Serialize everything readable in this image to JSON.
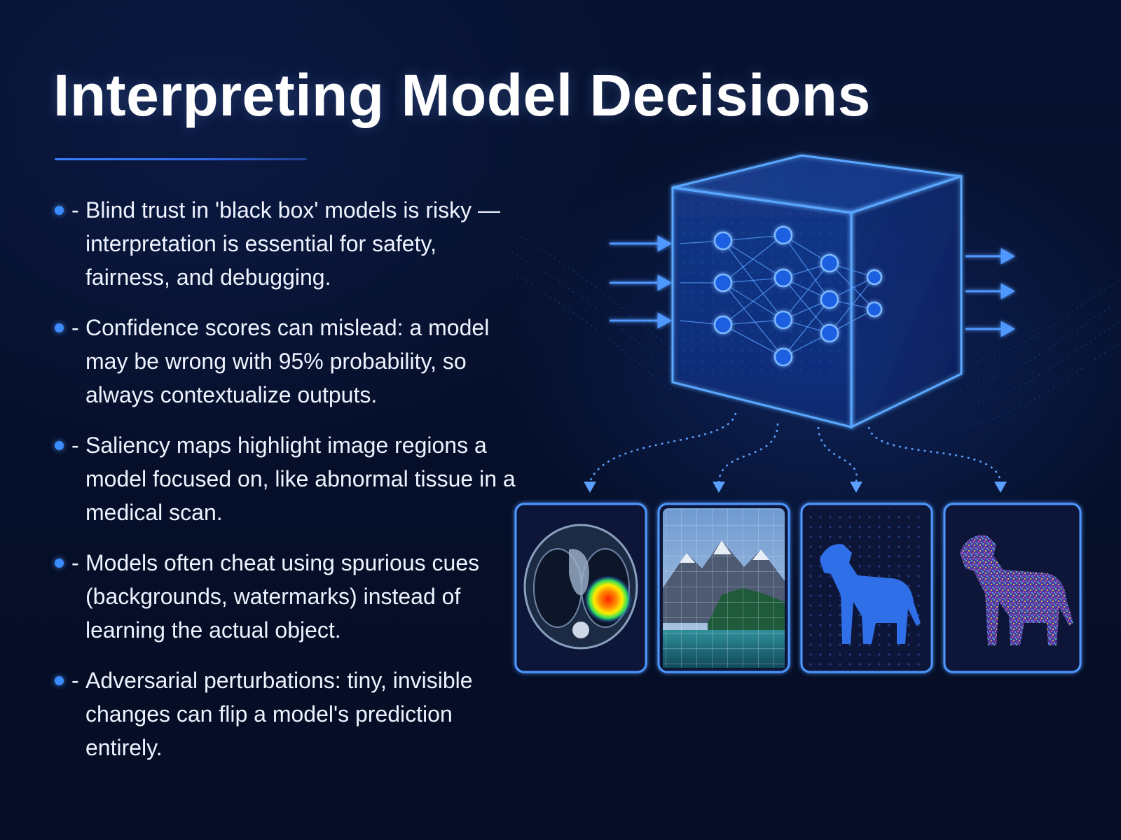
{
  "slide": {
    "title": "Interpreting Model Decisions",
    "bullets": [
      {
        "dash": "-",
        "text": "Blind trust in 'black box' models is risky — interpretation is essential for safety, fairness, and debugging."
      },
      {
        "dash": "-",
        "text": "Confidence scores can mislead: a model may be wrong with 95% probability, so always contextualize outputs."
      },
      {
        "dash": "-",
        "text": "Saliency maps highlight image regions a model focused on, like abnormal tissue in a medical scan."
      },
      {
        "dash": "-",
        "text": "Models often cheat using spurious cues (backgrounds, watermarks) instead of learning the actual object."
      },
      {
        "dash": "-",
        "text": "Adversarial perturbations: tiny, invisible changes can flip a model's prediction entirely."
      }
    ]
  },
  "colors": {
    "background": "#061029",
    "accent": "#3b8cff",
    "glow": "#5aa0ff",
    "text": "#eef3ff"
  },
  "illustration": {
    "icons": [
      "black-box-cube-icon",
      "neural-network-icon",
      "input-arrow-icon",
      "output-arrow-icon"
    ],
    "panels": [
      "ct-scan-saliency-icon",
      "mountain-lake-grid-icon",
      "dog-silhouette-icon",
      "noisy-dog-icon"
    ]
  }
}
